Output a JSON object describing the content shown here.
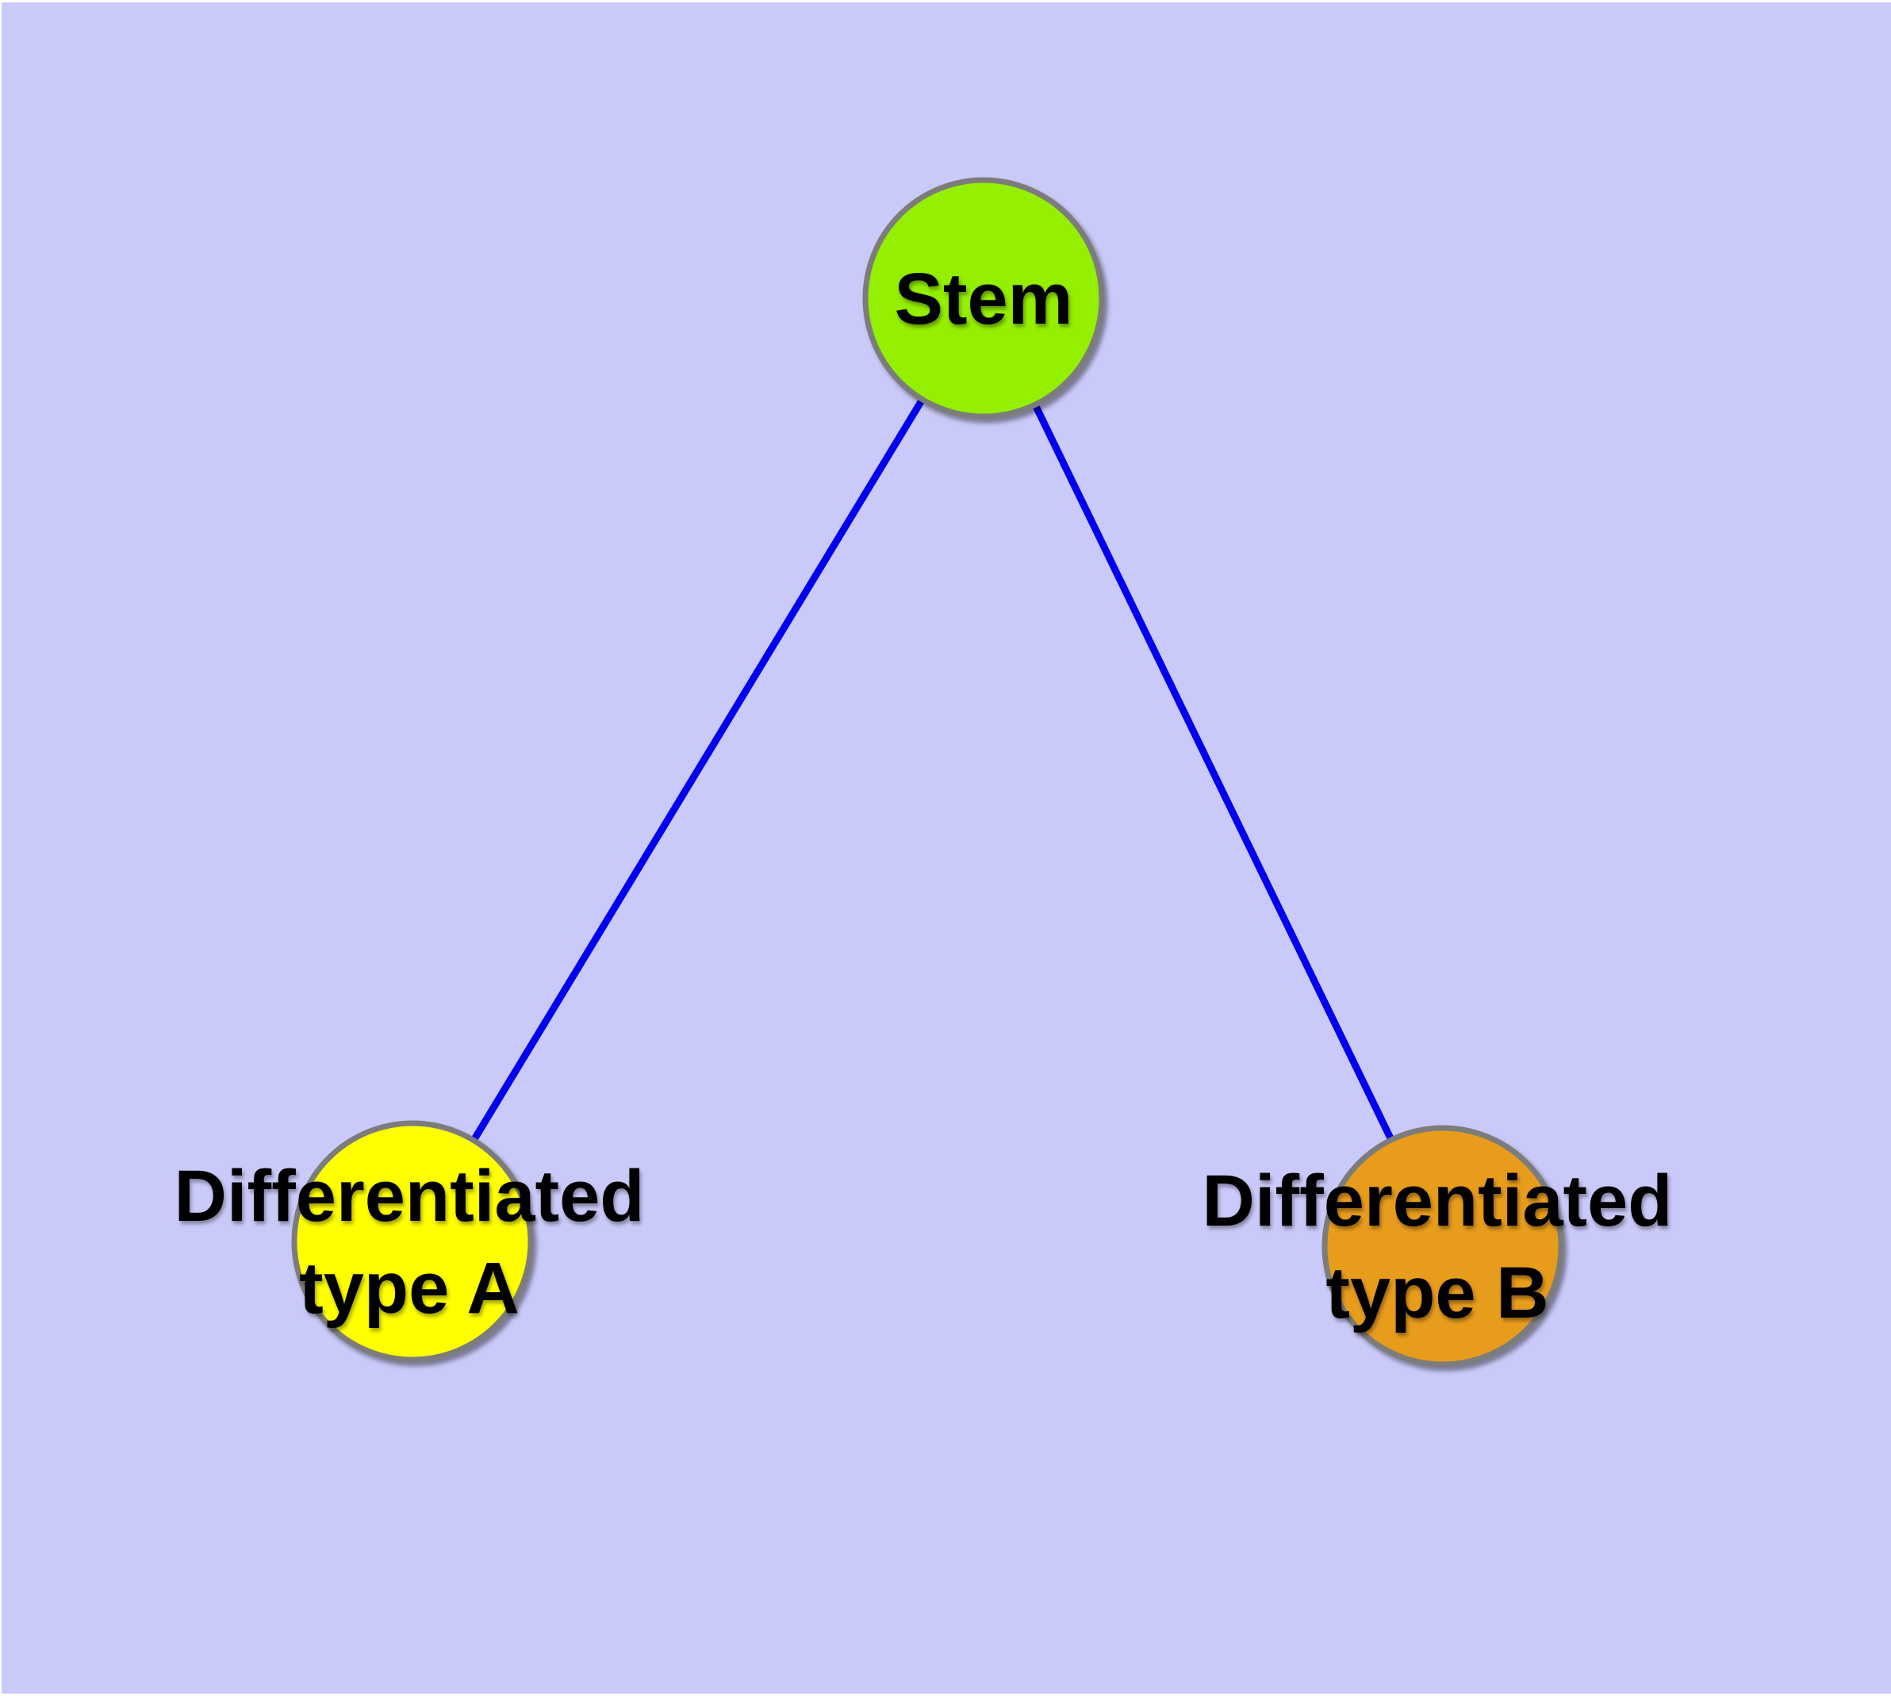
{
  "canvas": {
    "background_color": "#CACAFA",
    "frame_color": "#FFFFFF"
  },
  "colors": {
    "edge": "#0000EE",
    "node_border": "#7B7B7B",
    "label_text": "#000000"
  },
  "nodes": {
    "stem": {
      "label": "Stem",
      "fill": "#94EF00"
    },
    "type_a": {
      "label_line1": "Differentiated",
      "label_line2": "type A",
      "fill": "#FFFF00"
    },
    "type_b": {
      "label_line1": "Differentiated",
      "label_line2": "type B",
      "fill": "#E89C1C"
    }
  },
  "edges": [
    {
      "from": "Stem",
      "to": "Differentiated type A",
      "color": "#0000EE"
    },
    {
      "from": "Stem",
      "to": "Differentiated type B",
      "color": "#0000EE"
    }
  ]
}
